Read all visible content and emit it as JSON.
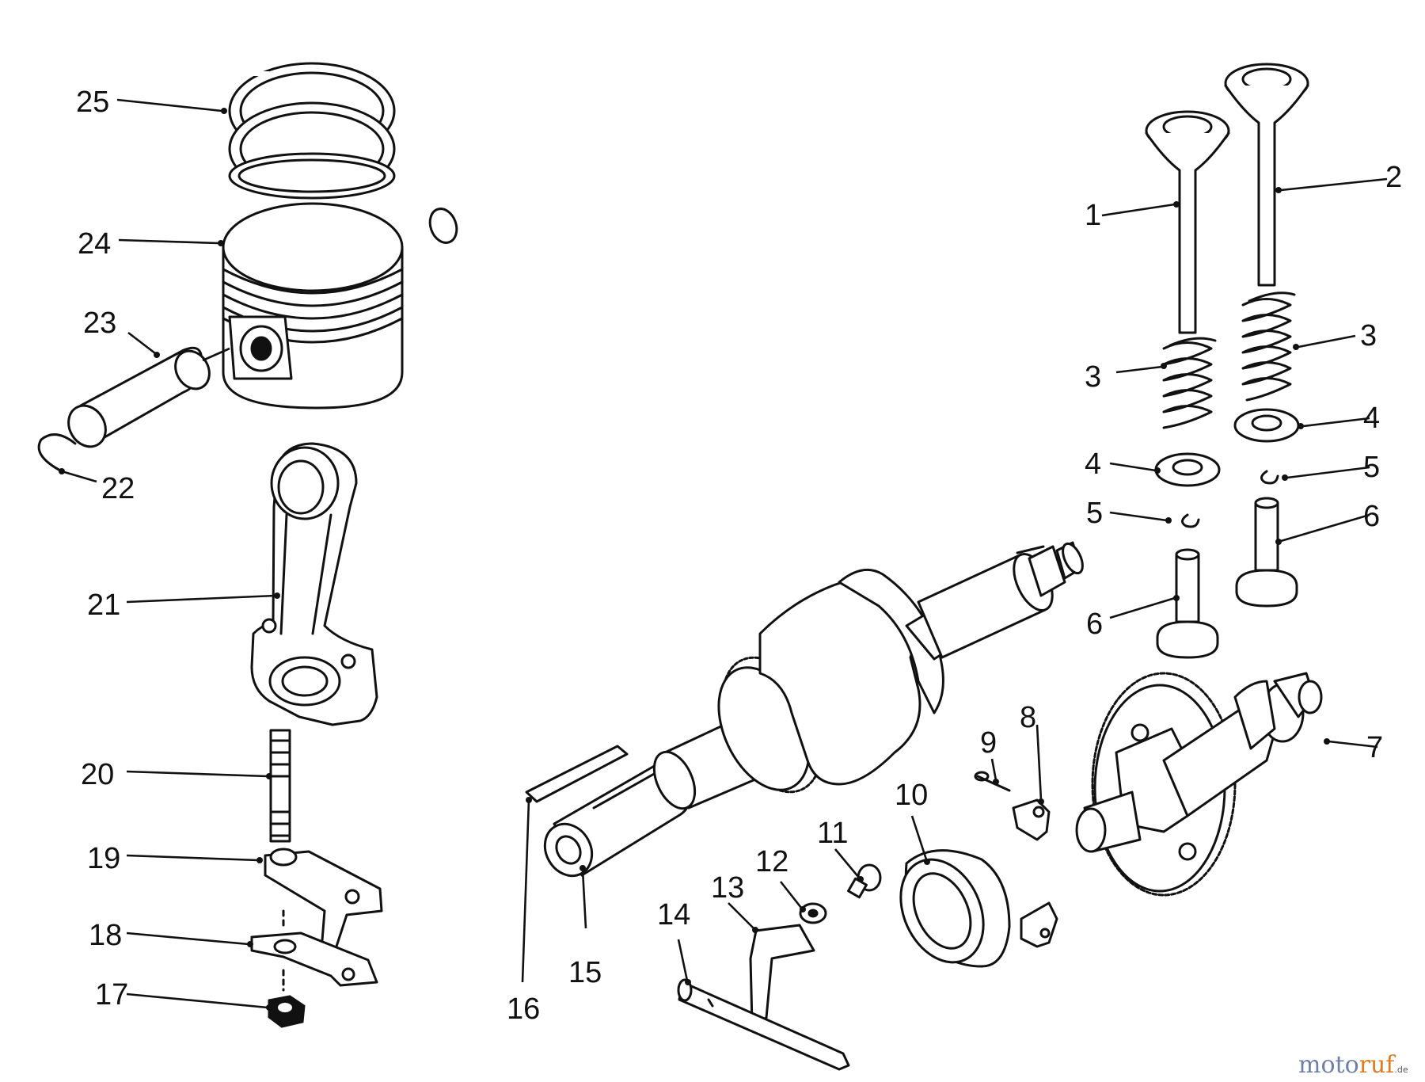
{
  "diagram": {
    "callouts": [
      {
        "id": "c1",
        "label": "1"
      },
      {
        "id": "c2",
        "label": "2"
      },
      {
        "id": "c3a",
        "label": "3"
      },
      {
        "id": "c3b",
        "label": "3"
      },
      {
        "id": "c4a",
        "label": "4"
      },
      {
        "id": "c4b",
        "label": "4"
      },
      {
        "id": "c5a",
        "label": "5"
      },
      {
        "id": "c5b",
        "label": "5"
      },
      {
        "id": "c6a",
        "label": "6"
      },
      {
        "id": "c6b",
        "label": "6"
      },
      {
        "id": "c7",
        "label": "7"
      },
      {
        "id": "c8",
        "label": "8"
      },
      {
        "id": "c9",
        "label": "9"
      },
      {
        "id": "c10",
        "label": "10"
      },
      {
        "id": "c11",
        "label": "11"
      },
      {
        "id": "c12",
        "label": "12"
      },
      {
        "id": "c13",
        "label": "13"
      },
      {
        "id": "c14",
        "label": "14"
      },
      {
        "id": "c15",
        "label": "15"
      },
      {
        "id": "c16",
        "label": "16"
      },
      {
        "id": "c17",
        "label": "17"
      },
      {
        "id": "c18",
        "label": "18"
      },
      {
        "id": "c19",
        "label": "19"
      },
      {
        "id": "c20",
        "label": "20"
      },
      {
        "id": "c21",
        "label": "21"
      },
      {
        "id": "c22",
        "label": "22"
      },
      {
        "id": "c23",
        "label": "23"
      },
      {
        "id": "c24",
        "label": "24"
      },
      {
        "id": "c25",
        "label": "25"
      }
    ]
  },
  "watermark": {
    "brand_part1": "moto",
    "brand_part2": "ruf",
    "suffix": ".de"
  }
}
